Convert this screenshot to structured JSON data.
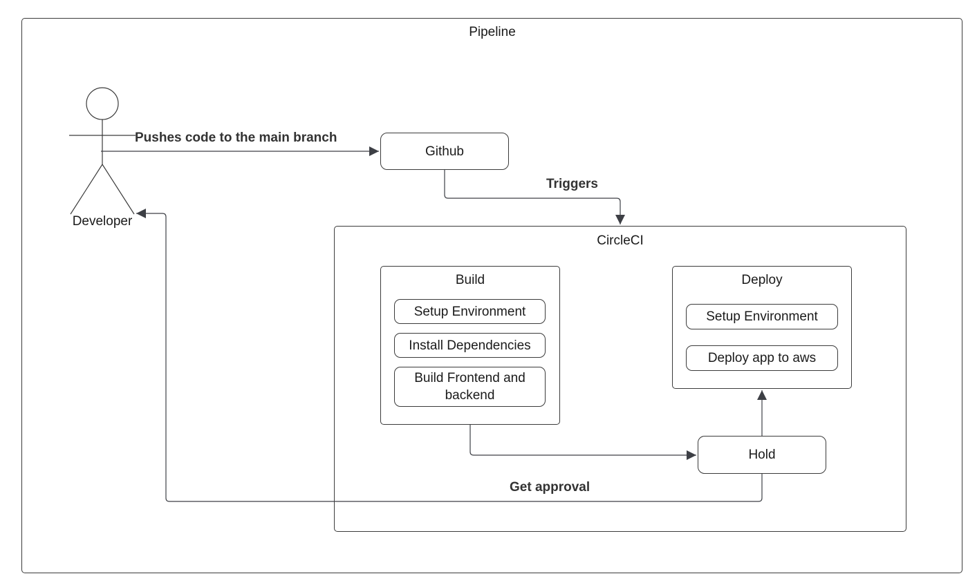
{
  "diagram": {
    "pipeline_label": "Pipeline",
    "actor_label": "Developer",
    "github_label": "Github",
    "circleci_label": "CircleCI",
    "build": {
      "title": "Build",
      "steps": [
        "Setup Environment",
        "Install Dependencies",
        "Build Frontend and backend"
      ]
    },
    "deploy": {
      "title": "Deploy",
      "steps": [
        "Setup Environment",
        "Deploy app to aws"
      ]
    },
    "hold_label": "Hold",
    "edges": {
      "push": "Pushes code to the main branch",
      "triggers": "Triggers",
      "approval": "Get approval"
    }
  }
}
